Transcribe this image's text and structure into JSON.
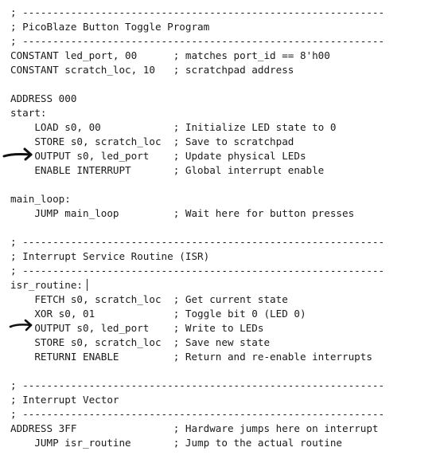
{
  "editor": {
    "lines": [
      "; ------------------------------------------------------------",
      "; PicoBlaze Button Toggle Program",
      "; ------------------------------------------------------------",
      "CONSTANT led_port, 00      ; matches port_id == 8'h00",
      "CONSTANT scratch_loc, 10   ; scratchpad address",
      "",
      "ADDRESS 000",
      "start:",
      "    LOAD s0, 00            ; Initialize LED state to 0",
      "    STORE s0, scratch_loc  ; Save to scratchpad",
      "    OUTPUT s0, led_port    ; Update physical LEDs",
      "    ENABLE INTERRUPT       ; Global interrupt enable",
      "",
      "main_loop:",
      "    JUMP main_loop         ; Wait here for button presses",
      "",
      "; ------------------------------------------------------------",
      "; Interrupt Service Routine (ISR)",
      "; ------------------------------------------------------------",
      "isr_routine:",
      "    FETCH s0, scratch_loc  ; Get current state",
      "    XOR s0, 01             ; Toggle bit 0 (LED 0)",
      "    OUTPUT s0, led_port    ; Write to LEDs",
      "    STORE s0, scratch_loc  ; Save new state",
      "    RETURNI ENABLE         ; Return and re-enable interrupts",
      "",
      "; ------------------------------------------------------------",
      "; Interrupt Vector",
      "; ------------------------------------------------------------",
      "ADDRESS 3FF                ; Hardware jumps here on interrupt",
      "    JUMP isr_routine       ; Jump to the actual routine"
    ]
  },
  "annotations": {
    "arrow_icon": "hand-drawn-arrow-icon",
    "arrow_color": "#111111",
    "marked_lines": [
      "start.output",
      "isr.output"
    ]
  },
  "colors": {
    "background": "#ffffff",
    "text": "#1a1a1a"
  }
}
